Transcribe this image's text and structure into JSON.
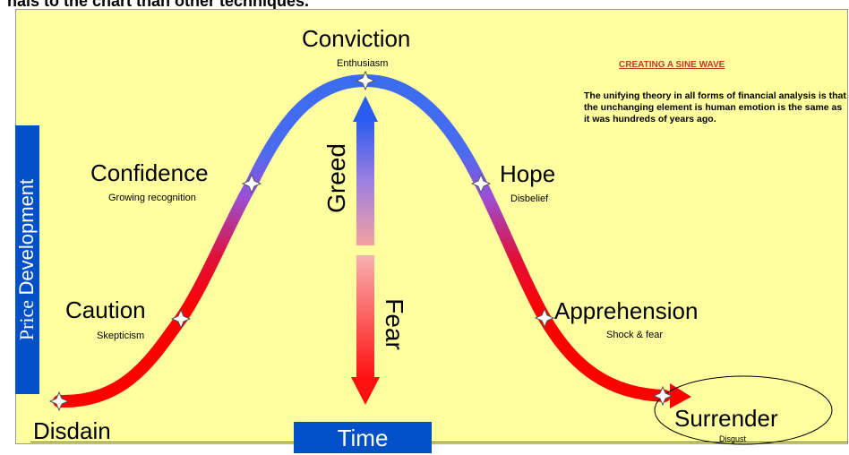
{
  "caption": "nals to the chart than other techniques.",
  "y_axis": {
    "label_part1": "Price",
    "label_part2": "Development"
  },
  "x_axis": {
    "label": "Time"
  },
  "center": {
    "greed": "Greed",
    "fear": "Fear"
  },
  "stages": [
    {
      "title": "Disdain",
      "subtitle": ""
    },
    {
      "title": "Caution",
      "subtitle": "Skepticism"
    },
    {
      "title": "Confidence",
      "subtitle": "Growing recognition"
    },
    {
      "title": "Conviction",
      "subtitle": "Enthusiasm"
    },
    {
      "title": "Hope",
      "subtitle": "Disbelief"
    },
    {
      "title": "Apprehension",
      "subtitle": "Shock & fear"
    },
    {
      "title": "Surrender",
      "subtitle": "Disgust"
    }
  ],
  "sidebar": {
    "title": "CREATING A SINE WAVE",
    "body": "The unifying theory in all forms of financial analysis is that the unchanging element is human emotion is the same as it was hundreds of years ago."
  },
  "colors": {
    "panel": "#ffffa0",
    "axis_box": "#0050c8",
    "curve_low": "#ff0000",
    "curve_mid": "#9b4fd8",
    "curve_high": "#3a6cf0"
  }
}
